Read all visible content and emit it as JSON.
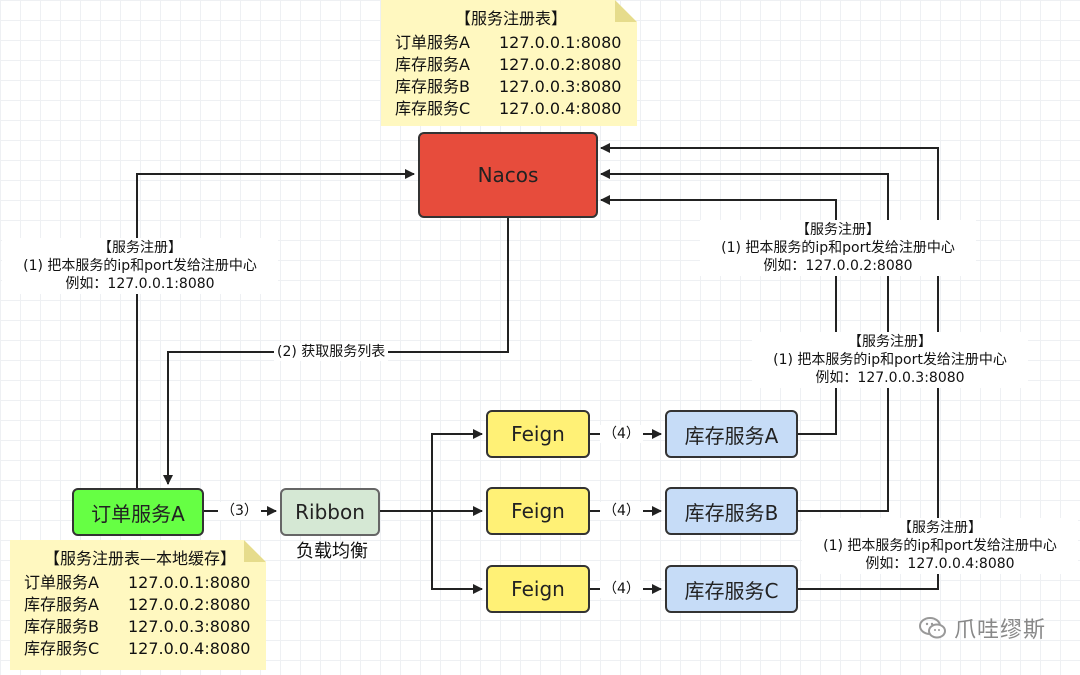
{
  "registry_note": {
    "title": "【服务注册表】",
    "rows": [
      {
        "name": "订单服务A",
        "addr": "127.0.0.1:8080"
      },
      {
        "name": "库存服务A",
        "addr": "127.0.0.2:8080"
      },
      {
        "name": "库存服务B",
        "addr": "127.0.0.3:8080"
      },
      {
        "name": "库存服务C",
        "addr": "127.0.0.4:8080"
      }
    ]
  },
  "local_cache_note": {
    "title": "【服务注册表—本地缓存】",
    "rows": [
      {
        "name": "订单服务A",
        "addr": "127.0.0.1:8080"
      },
      {
        "name": "库存服务A",
        "addr": "127.0.0.2:8080"
      },
      {
        "name": "库存服务B",
        "addr": "127.0.0.3:8080"
      },
      {
        "name": "库存服务C",
        "addr": "127.0.0.4:8080"
      }
    ]
  },
  "nodes": {
    "nacos": "Nacos",
    "order_service": "订单服务A",
    "ribbon": "Ribbon",
    "ribbon_caption": "负载均衡",
    "feign_a": "Feign",
    "feign_b": "Feign",
    "feign_c": "Feign",
    "stock_a": "库存服务A",
    "stock_b": "库存服务B",
    "stock_c": "库存服务C"
  },
  "labels": {
    "order_register": {
      "title": "【服务注册】",
      "line1": "(1) 把本服务的ip和port发给注册中心",
      "line2": "例如：127.0.0.1:8080"
    },
    "stock_a_register": {
      "title": "【服务注册】",
      "line1": "(1) 把本服务的ip和port发给注册中心",
      "line2": "例如：127.0.0.2:8080"
    },
    "stock_b_register": {
      "title": "【服务注册】",
      "line1": "(1) 把本服务的ip和port发给注册中心",
      "line2": "例如：127.0.0.3:8080"
    },
    "stock_c_register": {
      "title": "【服务注册】",
      "line1": "(1) 把本服务的ip和port发给注册中心",
      "line2": "例如：127.0.0.4:8080"
    },
    "fetch_list": "(2) 获取服务列表",
    "step3": "（3）",
    "step4_a": "（4）",
    "step4_b": "（4）",
    "step4_c": "（4）"
  },
  "colors": {
    "nacos": "#e74c3c",
    "order_service": "#66ff44",
    "ribbon": "#d5e8d4",
    "feign": "#fff176",
    "stock": "#c6dcf7",
    "note": "#fff8c0"
  },
  "watermark": "爪哇缪斯",
  "watermark_icon": "wechat-icon"
}
